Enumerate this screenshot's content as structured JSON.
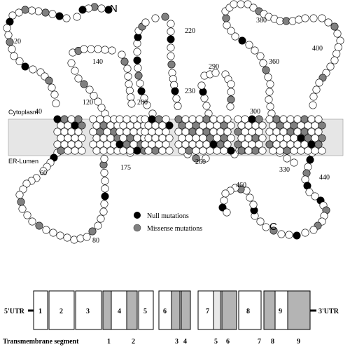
{
  "topology": {
    "n_terminus": "N",
    "c_terminus": "C",
    "cytoplasm_label": "Cytoplasm",
    "lumen_label": "ER-Lumen",
    "residue_numbers": [
      "20",
      "40",
      "60",
      "80",
      "120",
      "140",
      "175",
      "200",
      "220",
      "230",
      "260",
      "290",
      "300",
      "330",
      "360",
      "380",
      "400",
      "440",
      "460"
    ],
    "legend": {
      "null": "Null mutations",
      "missense": "Missense mutations"
    },
    "colors": {
      "wildtype": "#ffffff",
      "null": "#000000",
      "missense": "#808080",
      "membrane": "#e6e6e6"
    }
  },
  "exon_map": {
    "utr5": "5'UTR",
    "utr3": "3'UTR",
    "exons": [
      "1",
      "2",
      "3",
      "4",
      "5",
      "6",
      "7",
      "8",
      "9"
    ],
    "tm_label": "Transmembrane segment",
    "tm_numbers": [
      "1",
      "2",
      "3",
      "4",
      "5",
      "6",
      "7",
      "8",
      "9"
    ],
    "colors": {
      "tm_fill": "#b4b4b4",
      "exon_fill": "#ffffff"
    }
  }
}
